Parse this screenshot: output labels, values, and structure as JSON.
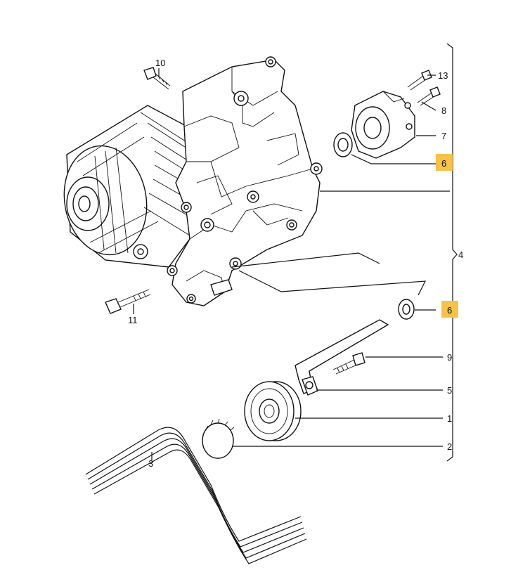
{
  "callouts": {
    "c1": "1",
    "c2": "2",
    "c3": "3",
    "c4": "4",
    "c5": "5",
    "c6a": "6",
    "c6b": "6",
    "c7": "7",
    "c8": "8",
    "c9": "9",
    "c10": "10",
    "c11": "11",
    "c13": "13"
  },
  "highlight_color": "#f7c24a",
  "highlighted_callouts": [
    "6"
  ]
}
